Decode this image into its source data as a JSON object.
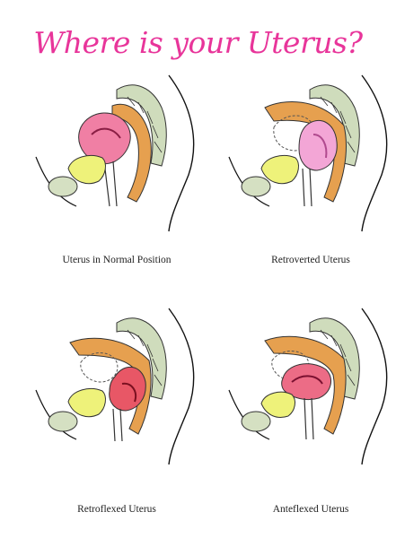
{
  "title": "Where is your Uterus?",
  "panels": [
    {
      "label": "Uterus in Normal Position"
    },
    {
      "label": "Retroverted Uterus"
    },
    {
      "label": "Retroflexed Uterus"
    },
    {
      "label": "Anteflexed Uterus"
    }
  ],
  "colors": {
    "title": "#e8359a",
    "uterus_normal": "#f07fa4",
    "uterus_retroverted": "#f3a6d6",
    "uterus_retroflexed": "#e85766",
    "uterus_anteflexed": "#ec6c86",
    "bowel": "#e6a04f",
    "spine": "#cfdcbc",
    "bladder": "#eef27a",
    "pubic_bone": "#d5e0c2"
  }
}
